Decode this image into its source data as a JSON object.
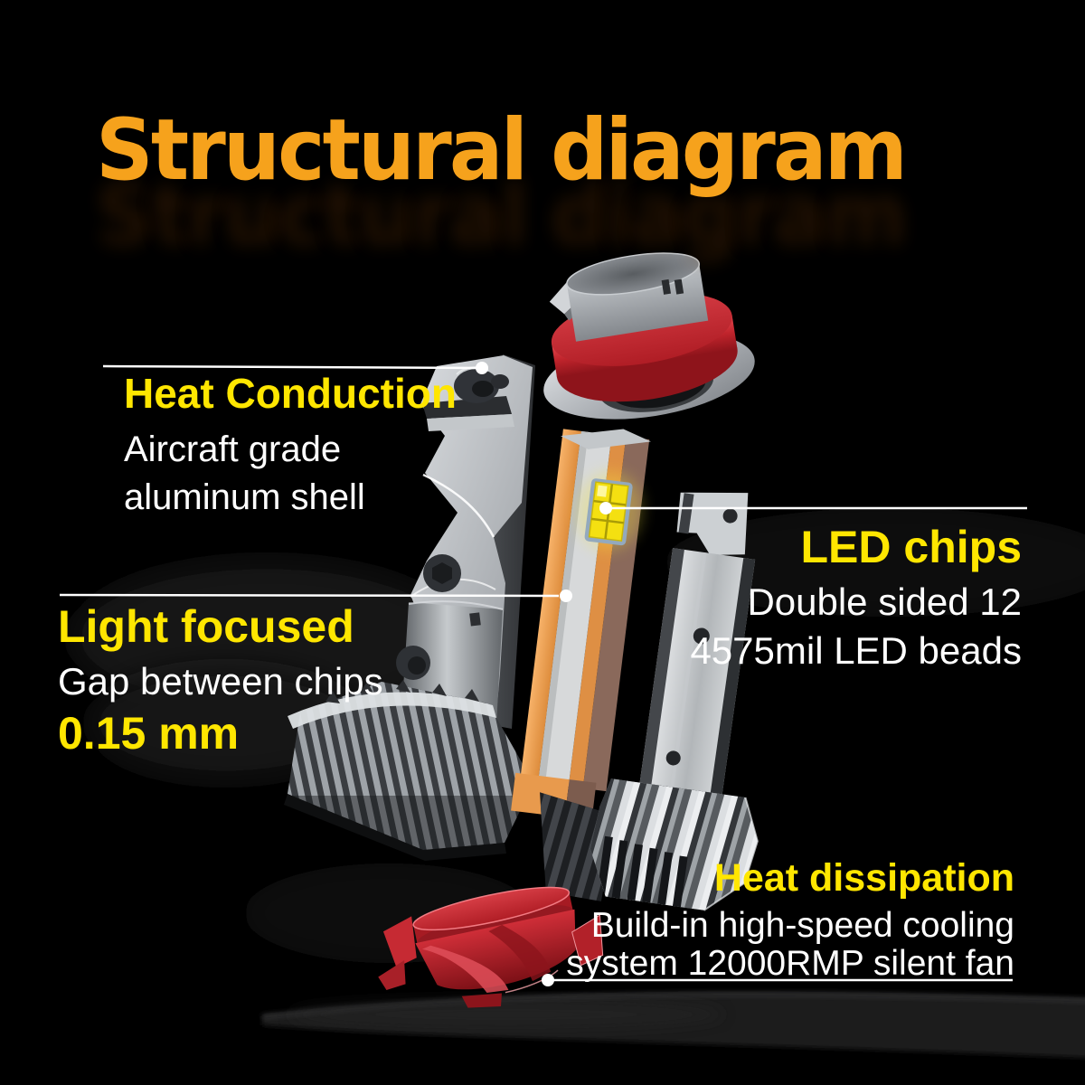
{
  "title": "Structural diagram",
  "callouts": {
    "heat_conduction": {
      "heading": "Heat Conduction",
      "lines": [
        "Aircraft grade",
        "aluminum shell"
      ]
    },
    "light_focused": {
      "heading": "Light focused",
      "line": "Gap between chips",
      "value": "0.15 mm"
    },
    "led_chips": {
      "heading": "LED chips",
      "lines": [
        "Double sided 12",
        "4575mil LED beads"
      ]
    },
    "heat_dissipation": {
      "heading": "Heat dissipation",
      "lines": [
        "Build-in high-speed cooling",
        "system 12000RMP silent fan"
      ]
    }
  },
  "colors": {
    "background": "#000000",
    "title_orange": "#f6a21c",
    "label_yellow": "#ffe600",
    "label_white": "#ffffff",
    "retainer_ring_red": "#c8252e",
    "fan_red": "#c62a33",
    "copper_pcb": "#f0a054",
    "led_chip_yellow": "#f4e011",
    "metal_grey": "#9b9fa4"
  }
}
